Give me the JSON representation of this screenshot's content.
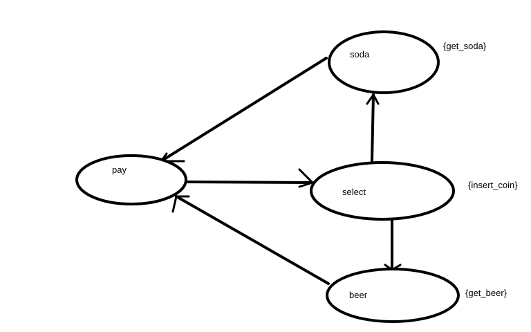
{
  "diagram": {
    "nodes": [
      {
        "id": "soda",
        "label": "soda",
        "property": "{get_soda}"
      },
      {
        "id": "pay",
        "label": "pay",
        "property": ""
      },
      {
        "id": "select",
        "label": "select",
        "property": "{insert_coin}"
      },
      {
        "id": "beer",
        "label": "beer",
        "property": "{get_beer}"
      }
    ],
    "edges": [
      {
        "from": "pay",
        "to": "select"
      },
      {
        "from": "select",
        "to": "soda"
      },
      {
        "from": "select",
        "to": "beer"
      },
      {
        "from": "soda",
        "to": "pay"
      },
      {
        "from": "beer",
        "to": "pay"
      }
    ]
  }
}
